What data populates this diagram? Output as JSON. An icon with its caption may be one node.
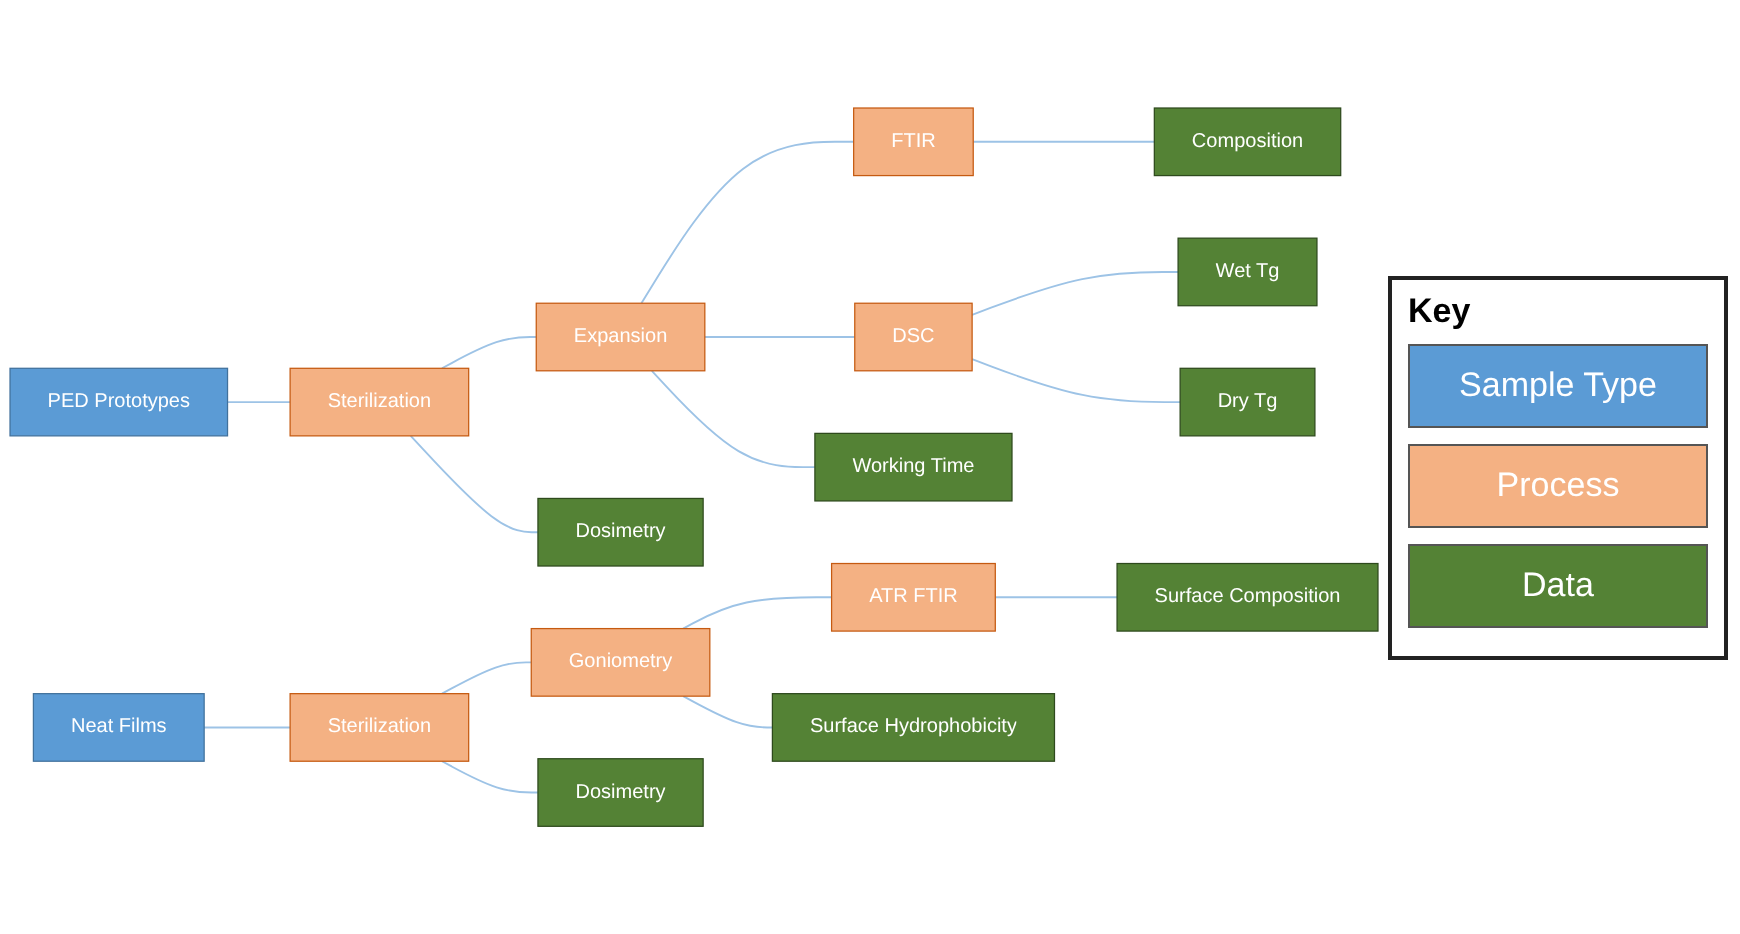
{
  "diagram": {
    "nodes": [
      {
        "text": [
          "PED Prototypes"
        ]
      },
      {
        "text": [
          "Sterilization"
        ]
      },
      {
        "text": [
          "Expansion"
        ]
      },
      {
        "text": [
          "FTIR"
        ]
      },
      {
        "text": [
          "Composition"
        ]
      },
      {
        "text": [
          "DSC"
        ]
      },
      {
        "text": [
          "Wet Tg"
        ]
      },
      {
        "text": [
          "Dry Tg"
        ]
      },
      {
        "text": [
          "Dosimetry"
        ]
      },
      {
        "text": [
          "Working Time"
        ]
      },
      {
        "text": [
          "Neat Films"
        ]
      },
      {
        "text": [
          "Sterilization"
        ]
      },
      {
        "text": [
          "Goniometry"
        ]
      },
      {
        "text": [
          "ATR FTIR"
        ]
      },
      {
        "text": [
          "Dosimetry"
        ]
      },
      {
        "text": [
          "Surface Hydrophobicity"
        ]
      },
      {
        "text": [
          "Surface Composition"
        ]
      }
    ],
    "edges": [
      {
        "from": 0,
        "to": 1,
        "arrow": "none"
      },
      {
        "from": 1,
        "to": 2,
        "arrow": "none"
      },
      {
        "from": 2,
        "to": 3,
        "arrow": "none"
      },
      {
        "from": 2,
        "to": 5,
        "arrow": "none"
      },
      {
        "from": 3,
        "to": 4,
        "arrow": "none"
      },
      {
        "from": 5,
        "to": 6,
        "arrow": "none"
      },
      {
        "from": 5,
        "to": 7,
        "arrow": "none"
      },
      {
        "from": 1,
        "to": 8,
        "arrow": "none"
      },
      {
        "from": 2,
        "to": 9,
        "arrow": "none"
      },
      {
        "from": 10,
        "to": 11,
        "arrow": "none"
      },
      {
        "from": 11,
        "to": 12,
        "arrow": "none"
      },
      {
        "from": 12,
        "to": 13,
        "arrow": "none"
      },
      {
        "from": 11,
        "to": 14,
        "arrow": "none"
      },
      {
        "from": 12,
        "to": 15,
        "arrow": "none"
      },
      {
        "from": 13,
        "to": 16,
        "arrow": "none"
      }
    ],
    "labels": [
      "Key"
    ],
    "legend": [
      {
        "text": "Sample Type",
        "color": "#5b9bd5"
      },
      {
        "text": "Process",
        "color": "#f4b183"
      },
      {
        "text": "Data",
        "color": "#548235"
      }
    ]
  }
}
